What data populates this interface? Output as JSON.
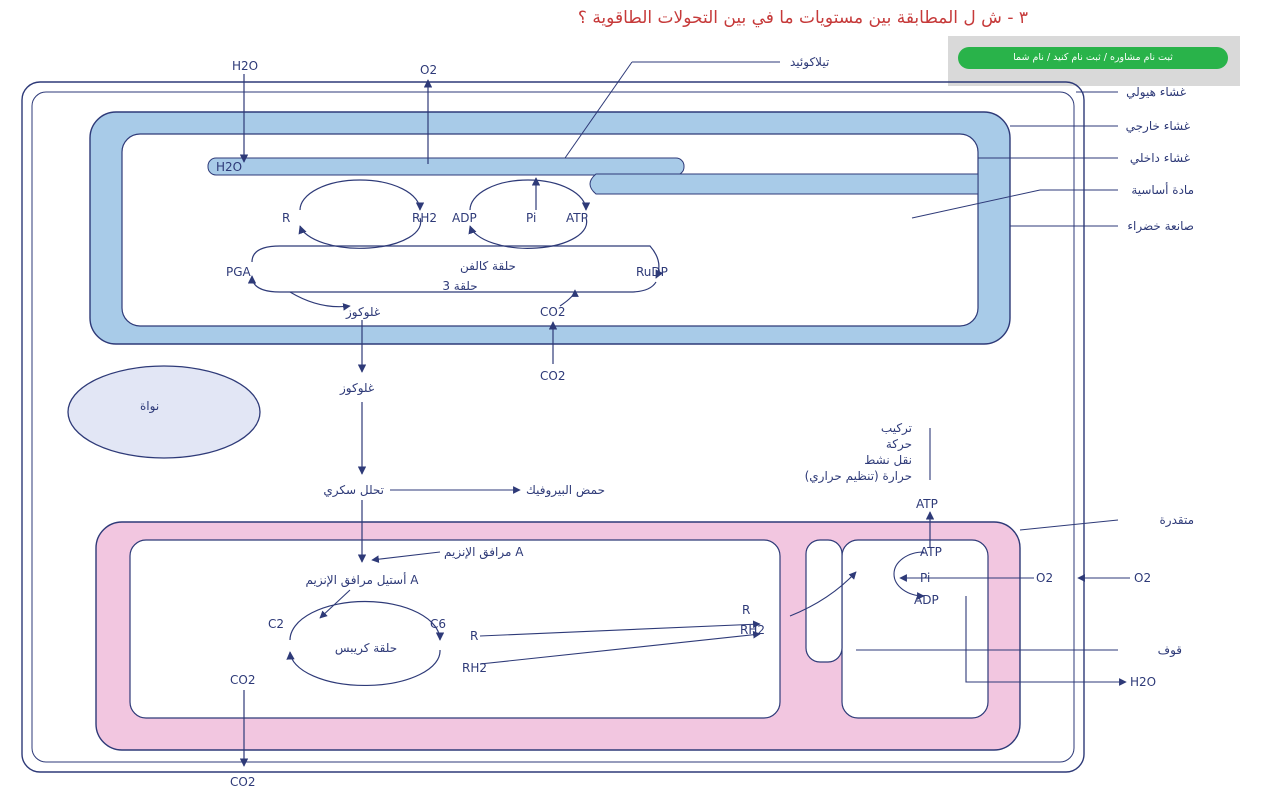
{
  "header": {
    "title": "٣ - ش ل المطابقة بين مستويات ما في بين التحولات الطاقوية ؟"
  },
  "banner": {
    "label": "ثبت نام مشاوره / ثبت نام کنید / نام شما"
  },
  "diagram": {
    "right_labels": {
      "cell_membrane": "غشاء هيولي",
      "outer_membrane": "غشاء خارجي",
      "inner_membrane": "غشاء داخلي",
      "stroma": "مادة أساسية",
      "chloroplast": "صانعة خضراء",
      "mitochondrion": "متقدرة",
      "o2_out": "O2",
      "h2o_out": "H2O",
      "matrix": "قوف"
    },
    "chloroplast": {
      "thylakoid_label": "تيلاكوئيد",
      "h2o_top": "H2O",
      "o2_top": "O2",
      "h2o_in": "H2O",
      "nadp_cycle_r": "R",
      "nadp_cycle_rh2": "RH2",
      "adp": "ADP",
      "pi": "Pi",
      "atp": "ATP",
      "pga": "PGA",
      "calvin_title": "حلقة كالفن",
      "calvin_sub": "3 حلقة",
      "rudip": "RuDP",
      "glucose_in": "غلوكوز",
      "co2_in": "CO2",
      "co2_out": "CO2",
      "stroma_arrow_label": "غلوكوز"
    },
    "cytoplasm": {
      "nucleus_label": "نواة",
      "glucose_mid": "غلوكوز",
      "glycolysis": "تحلل سكري",
      "pyruvate": "حمض البيروفيك",
      "atp_uses": [
        "تركيب",
        "حركة",
        "نقل نشط",
        "حرارة (تنظيم حراري)"
      ],
      "atp_top": "ATP"
    },
    "mitochondria": {
      "acetyl": "أستيل مرافق الإنزيم A",
      "coenzyme": "مرافق الإنزيم A",
      "krebs": "حلقة كريبس",
      "c2": "C2",
      "c6": "C6",
      "co2": "CO2",
      "co2_bottom": "CO2",
      "r1": "R",
      "rh2_1": "RH2",
      "r2": "R",
      "rh2_2": "RH2",
      "atp": "ATP",
      "adp": "ADP",
      "pi": "Pi",
      "o2_in": "O2"
    }
  }
}
